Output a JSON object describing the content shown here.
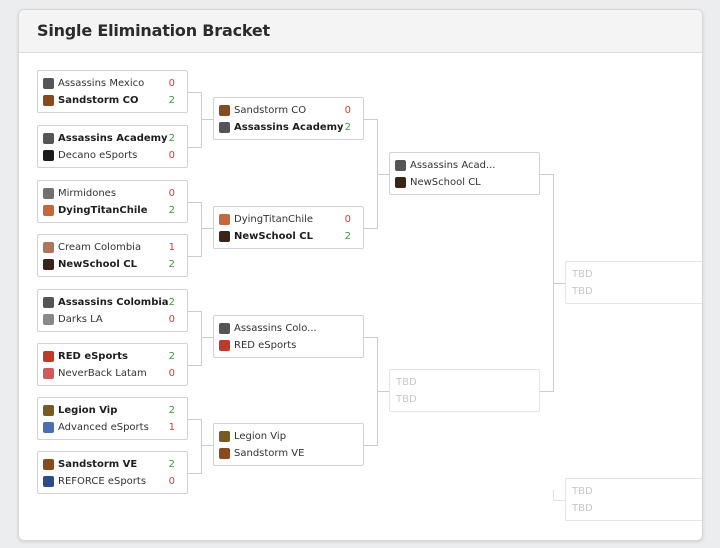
{
  "header": {
    "title": "Single Elimination Bracket"
  },
  "rounds": [
    {
      "matches": [
        {
          "teams": [
            {
              "name": "Assassins Mexico",
              "score": "0",
              "winner": false,
              "logo_color": "#555"
            },
            {
              "name": "Sandstorm CO",
              "score": "2",
              "winner": true,
              "logo_color": "#8b4a1c"
            }
          ]
        },
        {
          "teams": [
            {
              "name": "Assassins Academy",
              "score": "2",
              "winner": true,
              "logo_color": "#555"
            },
            {
              "name": "Decano eSports",
              "score": "0",
              "winner": false,
              "logo_color": "#1b1b1b"
            }
          ]
        },
        {
          "teams": [
            {
              "name": "Mirmidones",
              "score": "0",
              "winner": false,
              "logo_color": "#707070"
            },
            {
              "name": "DyingTitanChile",
              "score": "2",
              "winner": true,
              "logo_color": "#c6663a"
            }
          ]
        },
        {
          "teams": [
            {
              "name": "Cream Colombia",
              "score": "1",
              "winner": false,
              "logo_color": "#b0745a"
            },
            {
              "name": "NewSchool CL",
              "score": "2",
              "winner": true,
              "logo_color": "#3a2418"
            }
          ]
        },
        {
          "teams": [
            {
              "name": "Assassins Colombia",
              "score": "2",
              "winner": true,
              "logo_color": "#555"
            },
            {
              "name": "Darks LA",
              "score": "0",
              "winner": false,
              "logo_color": "#888"
            }
          ]
        },
        {
          "teams": [
            {
              "name": "RED eSports",
              "score": "2",
              "winner": true,
              "logo_color": "#c0392b"
            },
            {
              "name": "NeverBack Latam",
              "score": "0",
              "winner": false,
              "logo_color": "#d35a5a"
            }
          ]
        },
        {
          "teams": [
            {
              "name": "Legion Vip",
              "score": "2",
              "winner": true,
              "logo_color": "#7a5a20"
            },
            {
              "name": "Advanced eSports",
              "score": "1",
              "winner": false,
              "logo_color": "#4a6fb5"
            }
          ]
        },
        {
          "teams": [
            {
              "name": "Sandstorm VE",
              "score": "2",
              "winner": true,
              "logo_color": "#8b4a1c"
            },
            {
              "name": "REFORCE eSports",
              "score": "0",
              "winner": false,
              "logo_color": "#2a4c8a"
            }
          ]
        }
      ]
    },
    {
      "matches": [
        {
          "teams": [
            {
              "name": "Sandstorm CO",
              "score": "0",
              "winner": false,
              "logo_color": "#8b4a1c"
            },
            {
              "name": "Assassins Academy",
              "score": "2",
              "winner": true,
              "logo_color": "#555"
            }
          ]
        },
        {
          "teams": [
            {
              "name": "DyingTitanChile",
              "score": "0",
              "winner": false,
              "logo_color": "#c6663a"
            },
            {
              "name": "NewSchool CL",
              "score": "2",
              "winner": true,
              "logo_color": "#3a2418"
            }
          ]
        },
        {
          "teams": [
            {
              "name": "Assassins Colo...",
              "score": "",
              "winner": false,
              "logo_color": "#555"
            },
            {
              "name": "RED eSports",
              "score": "",
              "winner": false,
              "logo_color": "#c0392b"
            }
          ]
        },
        {
          "teams": [
            {
              "name": "Legion Vip",
              "score": "",
              "winner": false,
              "logo_color": "#7a5a20"
            },
            {
              "name": "Sandstorm VE",
              "score": "",
              "winner": false,
              "logo_color": "#8b4a1c"
            }
          ]
        }
      ]
    },
    {
      "matches": [
        {
          "teams": [
            {
              "name": "Assassins Acad...",
              "score": "",
              "winner": false,
              "logo_color": "#555"
            },
            {
              "name": "NewSchool CL",
              "score": "",
              "winner": false,
              "logo_color": "#3a2418"
            }
          ]
        },
        {
          "teams": [
            {
              "name": "TBD",
              "score": "",
              "winner": false,
              "logo_color": ""
            },
            {
              "name": "TBD",
              "score": "",
              "winner": false,
              "logo_color": ""
            }
          ]
        }
      ]
    },
    {
      "matches": [
        {
          "teams": [
            {
              "name": "TBD",
              "score": "",
              "winner": false,
              "logo_color": ""
            },
            {
              "name": "TBD",
              "score": "",
              "winner": false,
              "logo_color": ""
            }
          ]
        },
        {
          "teams": [
            {
              "name": "TBD",
              "score": "",
              "winner": false,
              "logo_color": ""
            },
            {
              "name": "TBD",
              "score": "",
              "winner": false,
              "logo_color": ""
            }
          ]
        }
      ]
    }
  ]
}
